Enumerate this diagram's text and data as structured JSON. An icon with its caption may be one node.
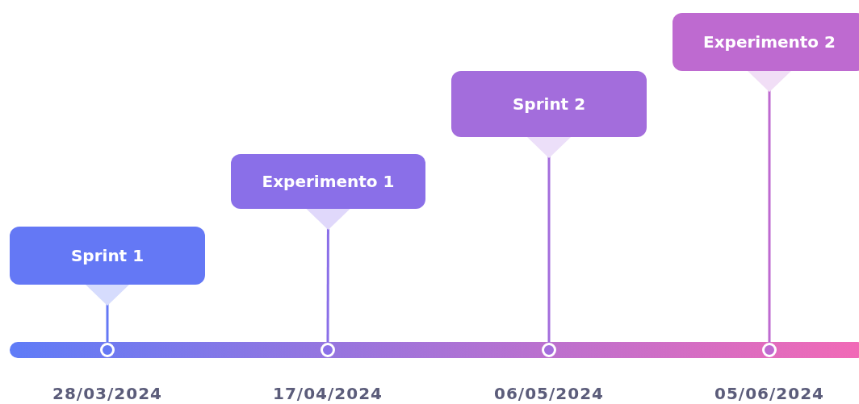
{
  "diagram": {
    "nodes": [
      {
        "text": [
          "Sprint 1"
        ]
      },
      {
        "text": [
          "Experimento 1"
        ]
      },
      {
        "text": [
          "Sprint 2"
        ]
      },
      {
        "text": [
          "Experimento 2"
        ]
      },
      {
        "text": [],
        "shape": "circle",
        "beside": [
          "28/03/2024"
        ]
      },
      {
        "text": [],
        "shape": "circle",
        "beside": [
          "17/04/2024"
        ]
      },
      {
        "text": [],
        "shape": "circle",
        "beside": [
          "06/05/2024"
        ]
      },
      {
        "text": [],
        "shape": "circle",
        "beside": [
          "05/06/2024"
        ]
      }
    ],
    "edges": [
      {
        "from": 0,
        "to": 4,
        "arrow": "none"
      },
      {
        "from": 1,
        "to": 5,
        "arrow": "none"
      },
      {
        "from": 2,
        "to": 6,
        "arrow": "none"
      },
      {
        "from": 3,
        "to": 7,
        "arrow": "none"
      }
    ]
  }
}
